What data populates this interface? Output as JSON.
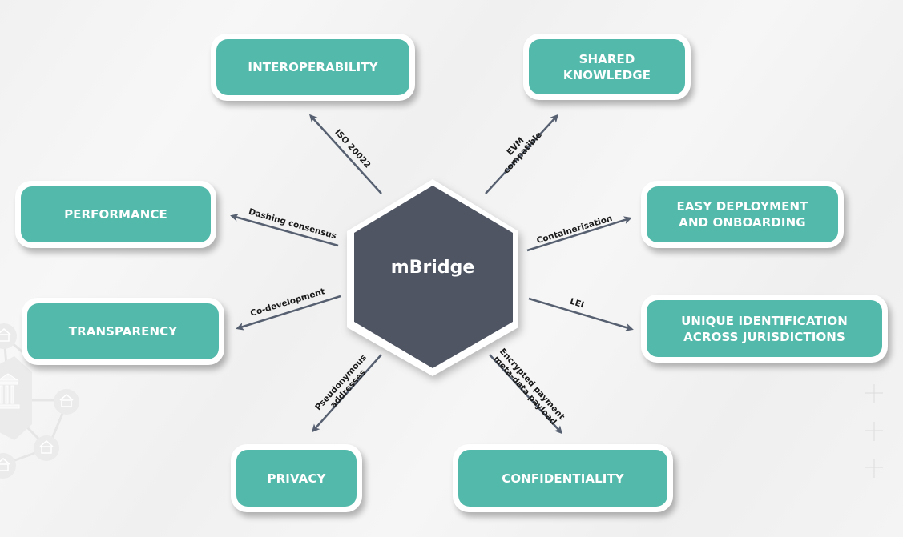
{
  "center": {
    "label": "mBridge",
    "color": "#4f5563"
  },
  "colors": {
    "node_fill": "#53b9ab",
    "node_border": "#ffffff",
    "arrow": "#566070",
    "background": "#f3f3f3"
  },
  "nodes": [
    {
      "id": "interoperability",
      "label": "INTEROPERABILITY"
    },
    {
      "id": "shared-knowledge",
      "label": "SHARED\nKNOWLEDGE"
    },
    {
      "id": "performance",
      "label": "PERFORMANCE"
    },
    {
      "id": "easy-deployment",
      "label": "EASY DEPLOYMENT\nAND ONBOARDING"
    },
    {
      "id": "transparency",
      "label": "TRANSPARENCY"
    },
    {
      "id": "unique-identification",
      "label": "UNIQUE IDENTIFICATION\nACROSS JURISDICTIONS"
    },
    {
      "id": "privacy",
      "label": "PRIVACY"
    },
    {
      "id": "confidentiality",
      "label": "CONFIDENTIALITY"
    }
  ],
  "edges": [
    {
      "to": "interoperability",
      "label": "ISO 20022"
    },
    {
      "to": "shared-knowledge",
      "label": "EVM\ncompatible"
    },
    {
      "to": "performance",
      "label": "Dashing consensus"
    },
    {
      "to": "easy-deployment",
      "label": "Containerisation"
    },
    {
      "to": "transparency",
      "label": "Co-development"
    },
    {
      "to": "unique-identification",
      "label": "LEI"
    },
    {
      "to": "privacy",
      "label": "Pseudonymous\naddresses"
    },
    {
      "to": "confidentiality",
      "label": "Encrypted payment\nmeta-data payload"
    }
  ],
  "decorations": {
    "left": "bank-network-icon",
    "right": "plus-markers"
  }
}
